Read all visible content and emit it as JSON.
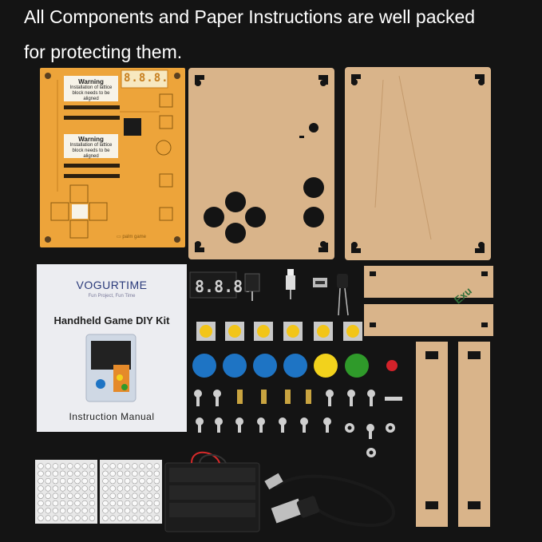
{
  "headline": {
    "line1": "All Components and Paper Instructions are well packed",
    "line2": "for protecting them."
  },
  "pcb": {
    "warning_title": "Warning",
    "warning_text_1": "Installation of lattice",
    "warning_text_2": "block needs to be",
    "warning_text_3": "aligned",
    "segment_text": "8.8.8."
  },
  "manual": {
    "brand": "VOGURTIME",
    "tagline": "Fun Project, Fun Time",
    "title": "Handheld Game DIY Kit",
    "footer": "Instruction Manual"
  },
  "strip_label": "Exu",
  "colors": {
    "background": "#141414",
    "pcb": "#eda43a",
    "acrylic": "#d9b48a",
    "blue_cap": "#1e74c4",
    "yellow_cap": "#f2d21c",
    "green_cap": "#2f9a2a",
    "red_cap": "#d3222a"
  }
}
